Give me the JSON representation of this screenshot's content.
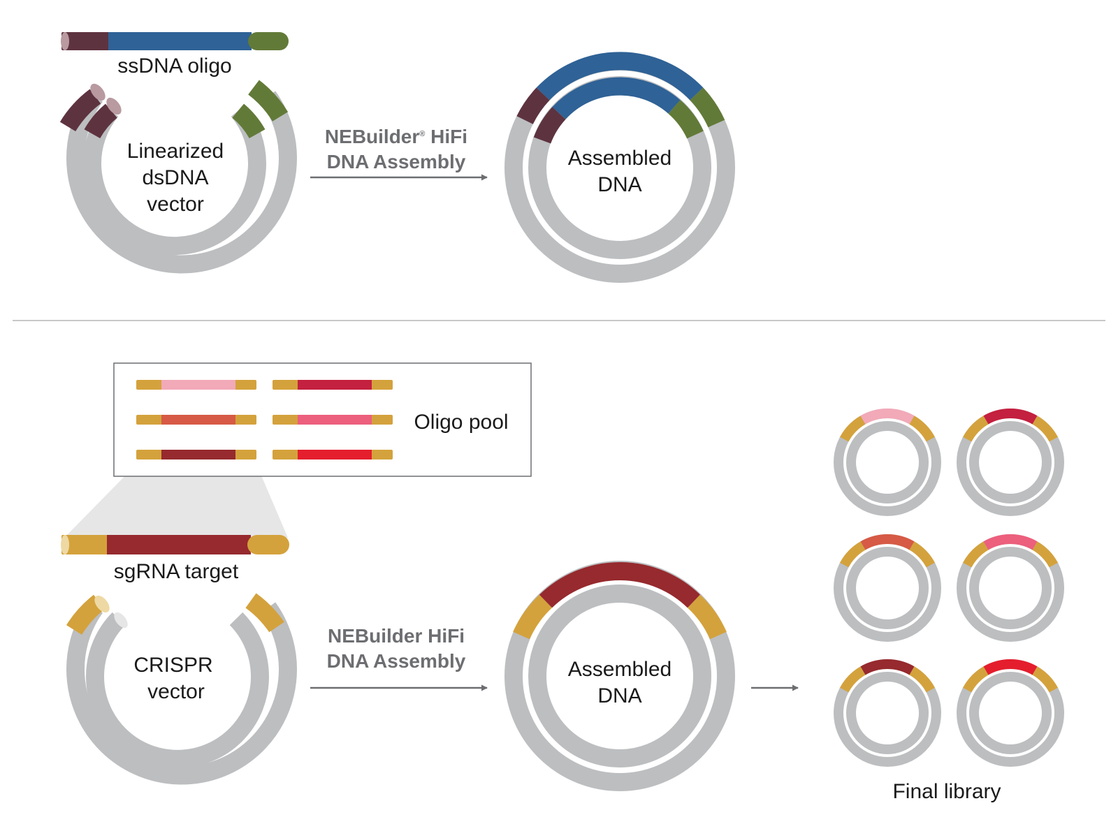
{
  "top": {
    "oligo_label": "ssDNA oligo",
    "vector_label": [
      "Linearized",
      "dsDNA",
      "vector"
    ],
    "step_label_brand": "NEBuilder",
    "step_label_reg": "®",
    "step_label_rest": " HiFi",
    "step_label_line2": "DNA Assembly",
    "product_label": [
      "Assembled",
      "DNA"
    ]
  },
  "bottom": {
    "pool_label": "Oligo pool",
    "target_label": "sgRNA target",
    "vector_label": [
      "CRISPR",
      "vector"
    ],
    "step_label_line1": "NEBuilder HiFi",
    "step_label_line2": "DNA Assembly",
    "product_label": [
      "Assembled",
      "DNA"
    ],
    "library_label": "Final library"
  },
  "colors": {
    "backbone": "#bcbec0",
    "plum": "#5e3340",
    "plum_end": "#b89aa0",
    "blue": "#2f6296",
    "olive": "#627a38",
    "olive_end": "#97ad6e",
    "gold": "#d4a23c",
    "gold_end": "#eed9a4",
    "sg_dark": "#962a2e",
    "variant_pink": "#f2a9b8",
    "variant_crimson": "#c4203f",
    "variant_coral": "#d65a45",
    "variant_rose": "#ec5f7d",
    "variant_maroon": "#962a2e",
    "variant_red": "#e41e2d",
    "divider": "#c8c8c8",
    "arrow": "#6d6e71"
  },
  "oligo_pool": [
    {
      "variant": "variant_pink"
    },
    {
      "variant": "variant_crimson"
    },
    {
      "variant": "variant_coral"
    },
    {
      "variant": "variant_rose"
    },
    {
      "variant": "variant_maroon"
    },
    {
      "variant": "variant_red"
    }
  ],
  "library": [
    {
      "variant": "variant_pink"
    },
    {
      "variant": "variant_crimson"
    },
    {
      "variant": "variant_coral"
    },
    {
      "variant": "variant_rose"
    },
    {
      "variant": "variant_maroon"
    },
    {
      "variant": "variant_red"
    }
  ]
}
